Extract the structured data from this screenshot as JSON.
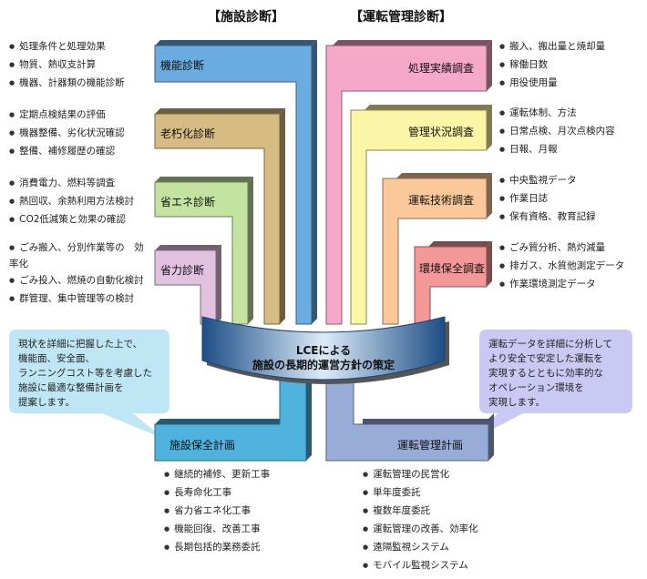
{
  "headers": {
    "left": "【施設診断】",
    "right": "【運転管理診断】"
  },
  "left_blocks": [
    {
      "label": "機能診断",
      "color": "#6aace0",
      "items": [
        "処理条件と処理効果",
        "物質、熱収支計算",
        "機器、計器類の機能診断"
      ]
    },
    {
      "label": "老朽化診断",
      "color": "#d6bb82",
      "items": [
        "定期点検結果の評価",
        "機器整備、劣化状況確認",
        "整備、補修履歴の確認"
      ]
    },
    {
      "label": "省エネ診断",
      "color": "#c3e3a1",
      "items": [
        "消費電力、燃料等調査",
        "熱回収、余熱利用方法検討",
        "CO2低減策と効果の確認"
      ]
    },
    {
      "label": "省力診断",
      "color": "#e2c1e0",
      "items": [
        "ごみ搬入、分別作業等の　効率化",
        "ごみ投入、燃焼の自動化検討",
        "群管理、集中管理等の検討"
      ]
    }
  ],
  "right_blocks": [
    {
      "label": "処理実績調査",
      "color": "#f5a8c8",
      "items": [
        "搬入、搬出量と焼却量",
        "稼働日数",
        "用役使用量"
      ]
    },
    {
      "label": "管理状況調査",
      "color": "#fbf6a6",
      "items": [
        "運転体制、方法",
        "日常点検、月次点検内容",
        "日報、月報"
      ]
    },
    {
      "label": "運転技術調査",
      "color": "#fbc899",
      "items": [
        "中央監視データ",
        "作業日誌",
        "保有資格、教育記録"
      ]
    },
    {
      "label": "環境保全調査",
      "color": "#f39797",
      "items": [
        "ごみ質分析、熱灼減量",
        "排ガス、水質他測定データ",
        "作業環境測定データ"
      ]
    }
  ],
  "center": {
    "line1": "LCEによる",
    "line2": "施設の長期的運営方針の策定",
    "arc_color": "#2a6fbf"
  },
  "bottom_left": {
    "label": "施設保全計画",
    "color": "#4fb3de",
    "items": [
      "継続的補修、更新工事",
      "長寿命化工事",
      "省力省エネ化工事",
      "機能回復、改善工事",
      "長期包括的業務委託"
    ]
  },
  "bottom_right": {
    "label": "運転管理計画",
    "color": "#98acd8",
    "items": [
      "運転管理の民営化",
      "単年度委託",
      "複数年度委託",
      "運転管理の改善、効率化",
      "遠隔監視システム",
      "モバイル監視システム"
    ]
  },
  "notes": {
    "left": [
      "現状を詳細に把握した上で、",
      "機能面、安全面、",
      "ランニングコスト等を考慮した",
      "施設に最適な整備計画を",
      "提案します。"
    ],
    "right": [
      "運転データを詳細に分析して",
      "より安全で安定した運転を",
      "実現するとともに効率的な",
      "オペレーション環境を",
      "実現します。"
    ],
    "left_color": "#bfe6f5",
    "right_color": "#c9c9f3"
  }
}
